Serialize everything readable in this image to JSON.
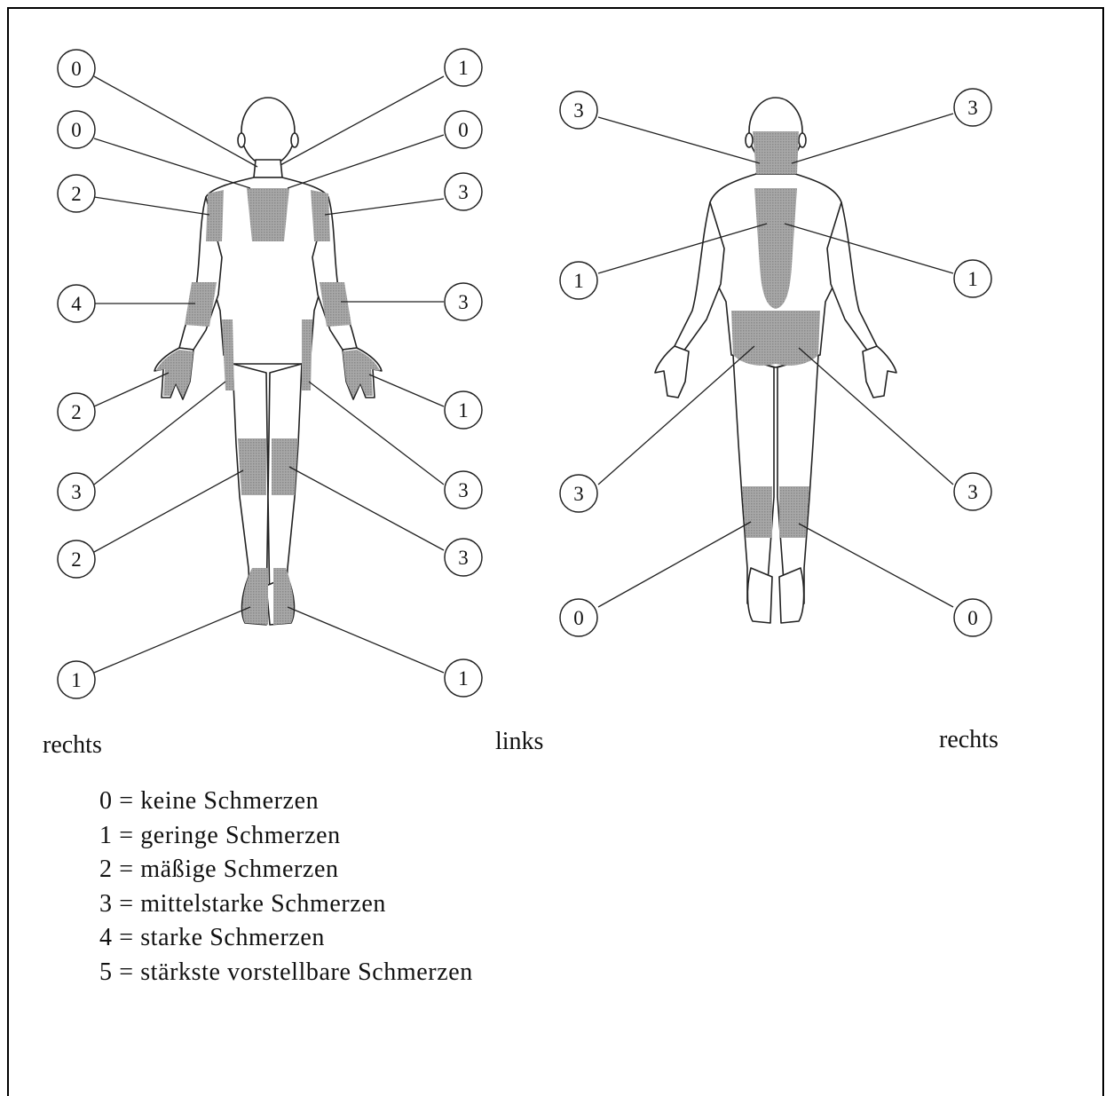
{
  "colors": {
    "ink": "#111111",
    "shade": "#9a9a9a",
    "paper": "#ffffff"
  },
  "front_figure": {
    "callouts_left": [
      "0",
      "0",
      "2",
      "4",
      "2",
      "3",
      "2",
      "1"
    ],
    "callouts_right": [
      "1",
      "0",
      "3",
      "3",
      "1",
      "3",
      "3",
      "1"
    ]
  },
  "back_figure": {
    "callouts_left": [
      "3",
      "1",
      "3",
      "0"
    ],
    "callouts_right": [
      "3",
      "1",
      "3",
      "0"
    ]
  },
  "side_labels": {
    "front_right": "rechts",
    "center_left": "links",
    "back_right": "rechts"
  },
  "legend": [
    "0 = keine Schmerzen",
    "1 = geringe Schmerzen",
    "2 = mäßige Schmerzen",
    "3 = mittelstarke Schmerzen",
    "4 = starke Schmerzen",
    "5 = stärkste vorstellbare Schmerzen"
  ]
}
